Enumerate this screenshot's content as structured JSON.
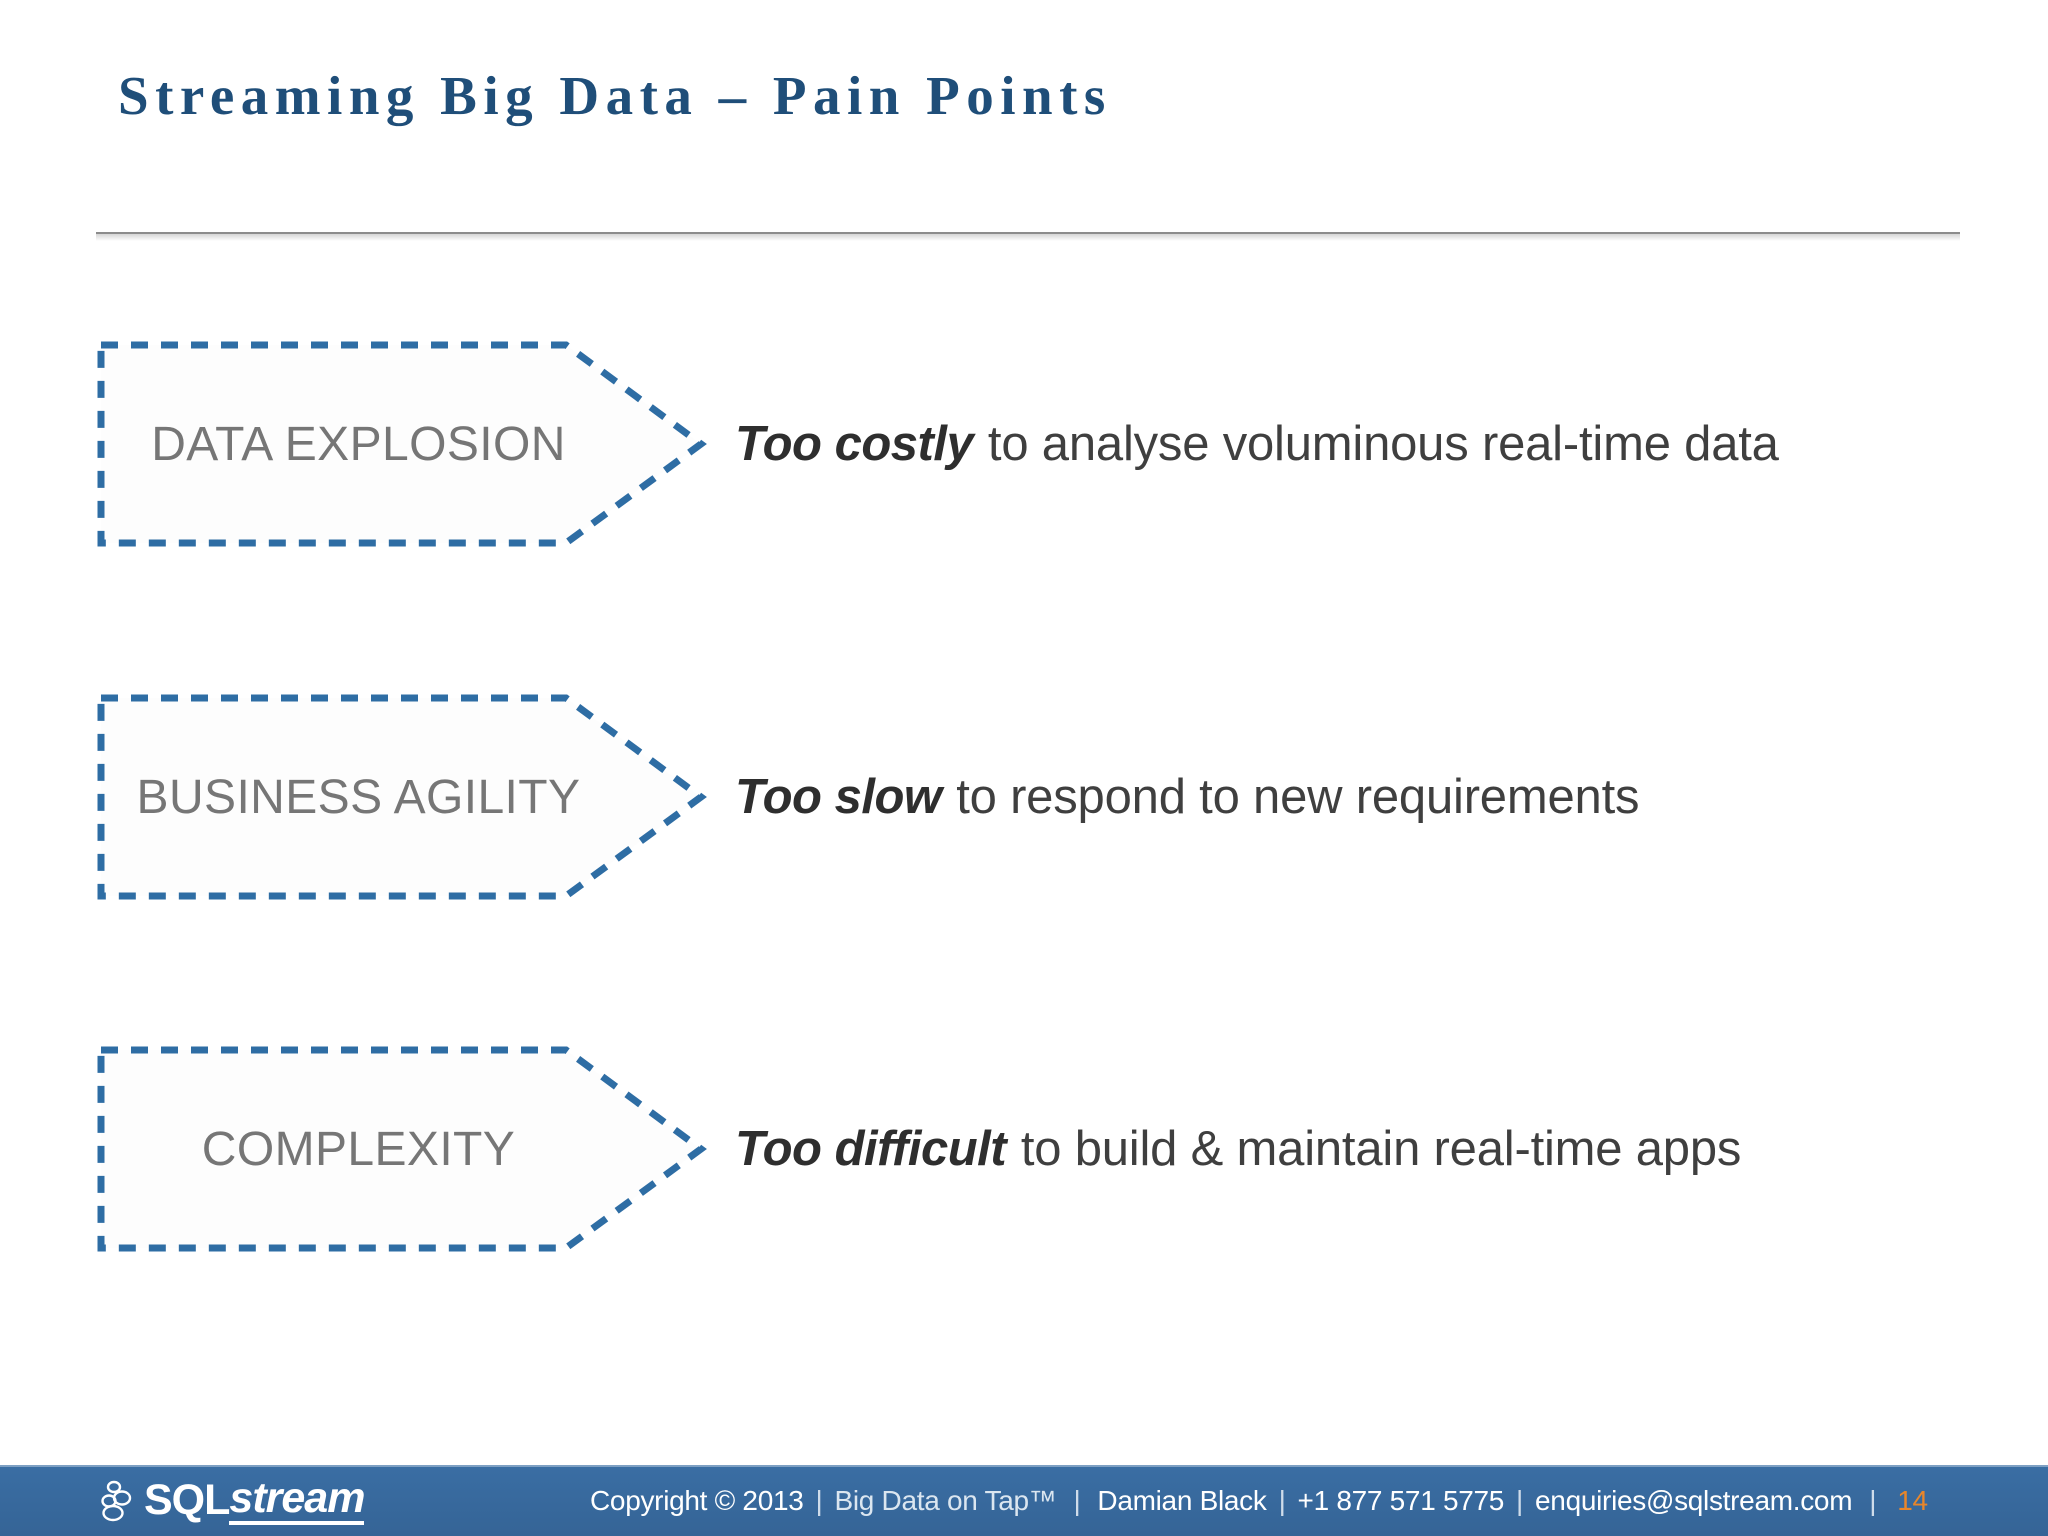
{
  "slide": {
    "title": "Streaming Big Data – Pain Points",
    "title_color": "#1f4e79",
    "background": "#ffffff"
  },
  "pain_points": [
    {
      "arrow_label": "DATA EXPLOSION",
      "lead": "Too costly",
      "rest": "to analyse voluminous real-time data"
    },
    {
      "arrow_label": "BUSINESS AGILITY",
      "lead": "Too slow",
      "rest": "to respond to new requirements"
    },
    {
      "arrow_label": "COMPLEXITY",
      "lead": "Too difficult",
      "rest": "to build & maintain real-time apps"
    }
  ],
  "styles": {
    "arrow_border_color": "#2e6da4",
    "arrow_fill_color": "#fdfdfd",
    "arrow_label_color": "#767676",
    "pain_text_color": "#3f3f3f",
    "footer_bar_color": "#36699e",
    "page_number_color": "#e8862a",
    "rule_color": "#8c8c8c"
  },
  "footer": {
    "logo_primary": "SQL",
    "logo_secondary": "stream",
    "logo_bubbles_icon": "bubbles-icon",
    "copyright": "Copyright © 2013",
    "tagline": "Big Data on Tap™",
    "author": "Damian Black",
    "phone": "+1 877 571 5775",
    "email": "enquiries@sqlstream.com",
    "separator": "|",
    "page_number": "14"
  }
}
